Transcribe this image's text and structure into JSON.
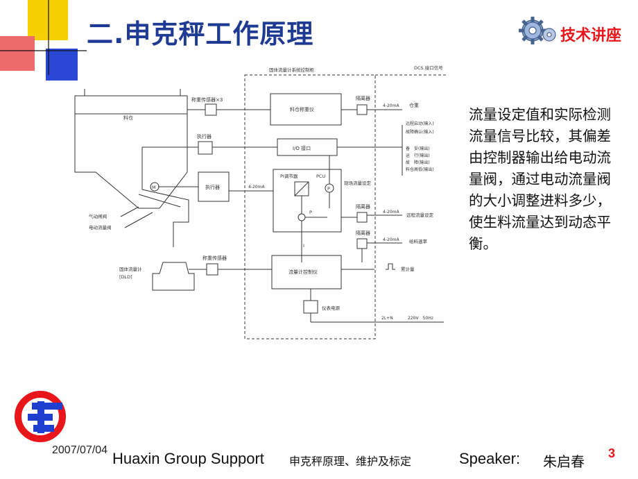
{
  "slide": {
    "title": "二.申克秤工作原理",
    "badge": "技术讲座",
    "description": "流量设定值和实际检测流量信号比较，其偏差由控制器输出给电动流量阀，通过电动流量阀的大小调整进料多少，使生料流量达到动态平衡。",
    "footer": {
      "date": "2007/07/04",
      "company": "Huaxin Group Support",
      "topic": "申克秤原理、维护及标定",
      "speaker_label": "Speaker:",
      "speaker": "朱启春",
      "page": "3"
    }
  },
  "diagram": {
    "system_label": "固体流量计系统控制柜",
    "dcs_label": "DCS 接口信号",
    "silo": "料仓",
    "sensor_top": "称重传感器×3",
    "silo_weigh": "料仓称重仪",
    "isolator": "隔离器",
    "signal_4_20": "4-20mA",
    "silo_level": "仓重",
    "remote_start": "远程启动(输入)",
    "fault_ack": "故障确认(输入)",
    "standby": "备　妥(输出)",
    "running": "运　行(输出)",
    "fault": "故　障(输出)",
    "silo_high_low": "料仓高低(输出)",
    "actuator_1": "执行器",
    "io_interface": "I/O 接口",
    "pi_controller": "PI调节器",
    "pcu": "PCU",
    "local_setpoint": "现场流量设定",
    "actuator_2": "执行器",
    "signal_4_20_left": "4-20mA",
    "remote_setpoint": "远程流量设定",
    "feed_rate": "给料速率",
    "pneumatic_valve": "气动闸阀",
    "electric_valve": "电动流量阀",
    "solid_flowmeter": "固体流量计",
    "dld": "[DLD]",
    "sensor_bottom": "称重传感器",
    "flow_ctrl": "流量计控制仪",
    "accumulate": "累计量",
    "power": "仪表电源",
    "power_spec": "2L+N",
    "voltage": "220V　50Hz",
    "motor": "M",
    "p_symbol": "P",
    "i_symbol": "I"
  },
  "colors": {
    "title": "#1f3a93",
    "accent_red": "#e8151b",
    "accent_yellow": "#f7d000",
    "accent_blue": "#1f3fd0",
    "line": "#333333"
  }
}
